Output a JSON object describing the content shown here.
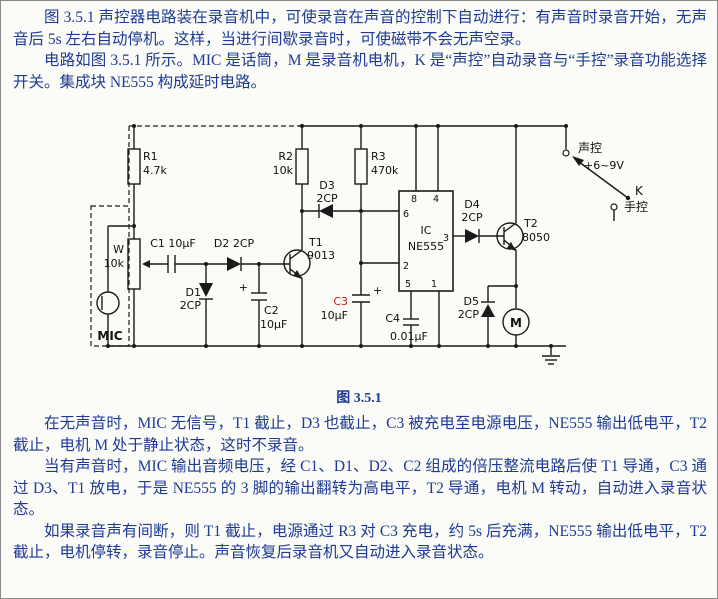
{
  "document": {
    "paragraphs_top": [
      "图 3.5.1 声控器电路装在录音机中，可使录音在声音的控制下自动进行：有声音时录音开始，无声音后 5s 左右自动停机。这样，当进行间歇录音时，可使磁带不会无声空录。",
      "电路如图 3.5.1 所示。MIC 是话筒，M 是录音机电机，K 是“声控”自动录音与“手控”录音功能选择开关。集成块 NE555 构成延时电路。"
    ],
    "figure_caption": "图 3.5.1",
    "paragraphs_bottom": [
      "在无声音时，MIC 无信号，T1 截止，D3 也截止，C3 被充电至电源电压，NE555 输出低电平，T2 截止，电机 M 处于静止状态，这时不录音。",
      "当有声音时，MIC 输出音频电压，经 C1、D1、D2、C2 组成的倍压整流电路后使 T1 导通，C3 通过 D3、T1 放电，于是 NE555 的 3 脚的输出翻转为高电平，T2 导通，电机 M 转动，自动进入录音状态。",
      "如果录音声有间断，则 T1 截止，电源通过 R3 对 C3 充电，约 5s 后充满，NE555 输出低电平，T2 截止，电机停转，录音停止。声音恢复后录音机又自动进入录音状态。"
    ]
  },
  "circuit": {
    "r1_name": "R1",
    "r1_value": "4.7k",
    "r2_name": "R2",
    "r2_value": "10k",
    "r3_name": "R3",
    "r3_value": "470k",
    "w_name": "W",
    "w_value": "10k",
    "c1_label": "C1 10μF",
    "c2_name": "C2",
    "c2_value": "10μF",
    "c3_name": "C3",
    "c3_value": "10μF",
    "c4_name": "C4",
    "c4_value": "0.01μF",
    "d1_name": "D1",
    "d1_value": "2CP",
    "d2_label": "D2 2CP",
    "d3_name": "D3",
    "d3_value": "2CP",
    "d4_name": "D4",
    "d4_value": "2CP",
    "d5_name": "D5",
    "d5_value": "2CP",
    "t1_name": "T1",
    "t1_value": "9013",
    "t2_name": "T2",
    "t2_value": "8050",
    "ic_name": "IC",
    "ic_value": "NE555",
    "mic_label": "MIC",
    "motor_label": "M",
    "switch_label": "K",
    "mode_voice": "声控",
    "mode_manual": "手控",
    "supply_label": "+6~9V",
    "polarity_plus": "+",
    "pin_1": "1",
    "pin_2": "2",
    "pin_3": "3",
    "pin_4": "4",
    "pin_5": "5",
    "pin_6": "6",
    "pin_8": "8"
  },
  "colors": {
    "ink": "#1a1a1a",
    "text_blue": "#1e3a96",
    "c3_red": "#c41f1f"
  }
}
